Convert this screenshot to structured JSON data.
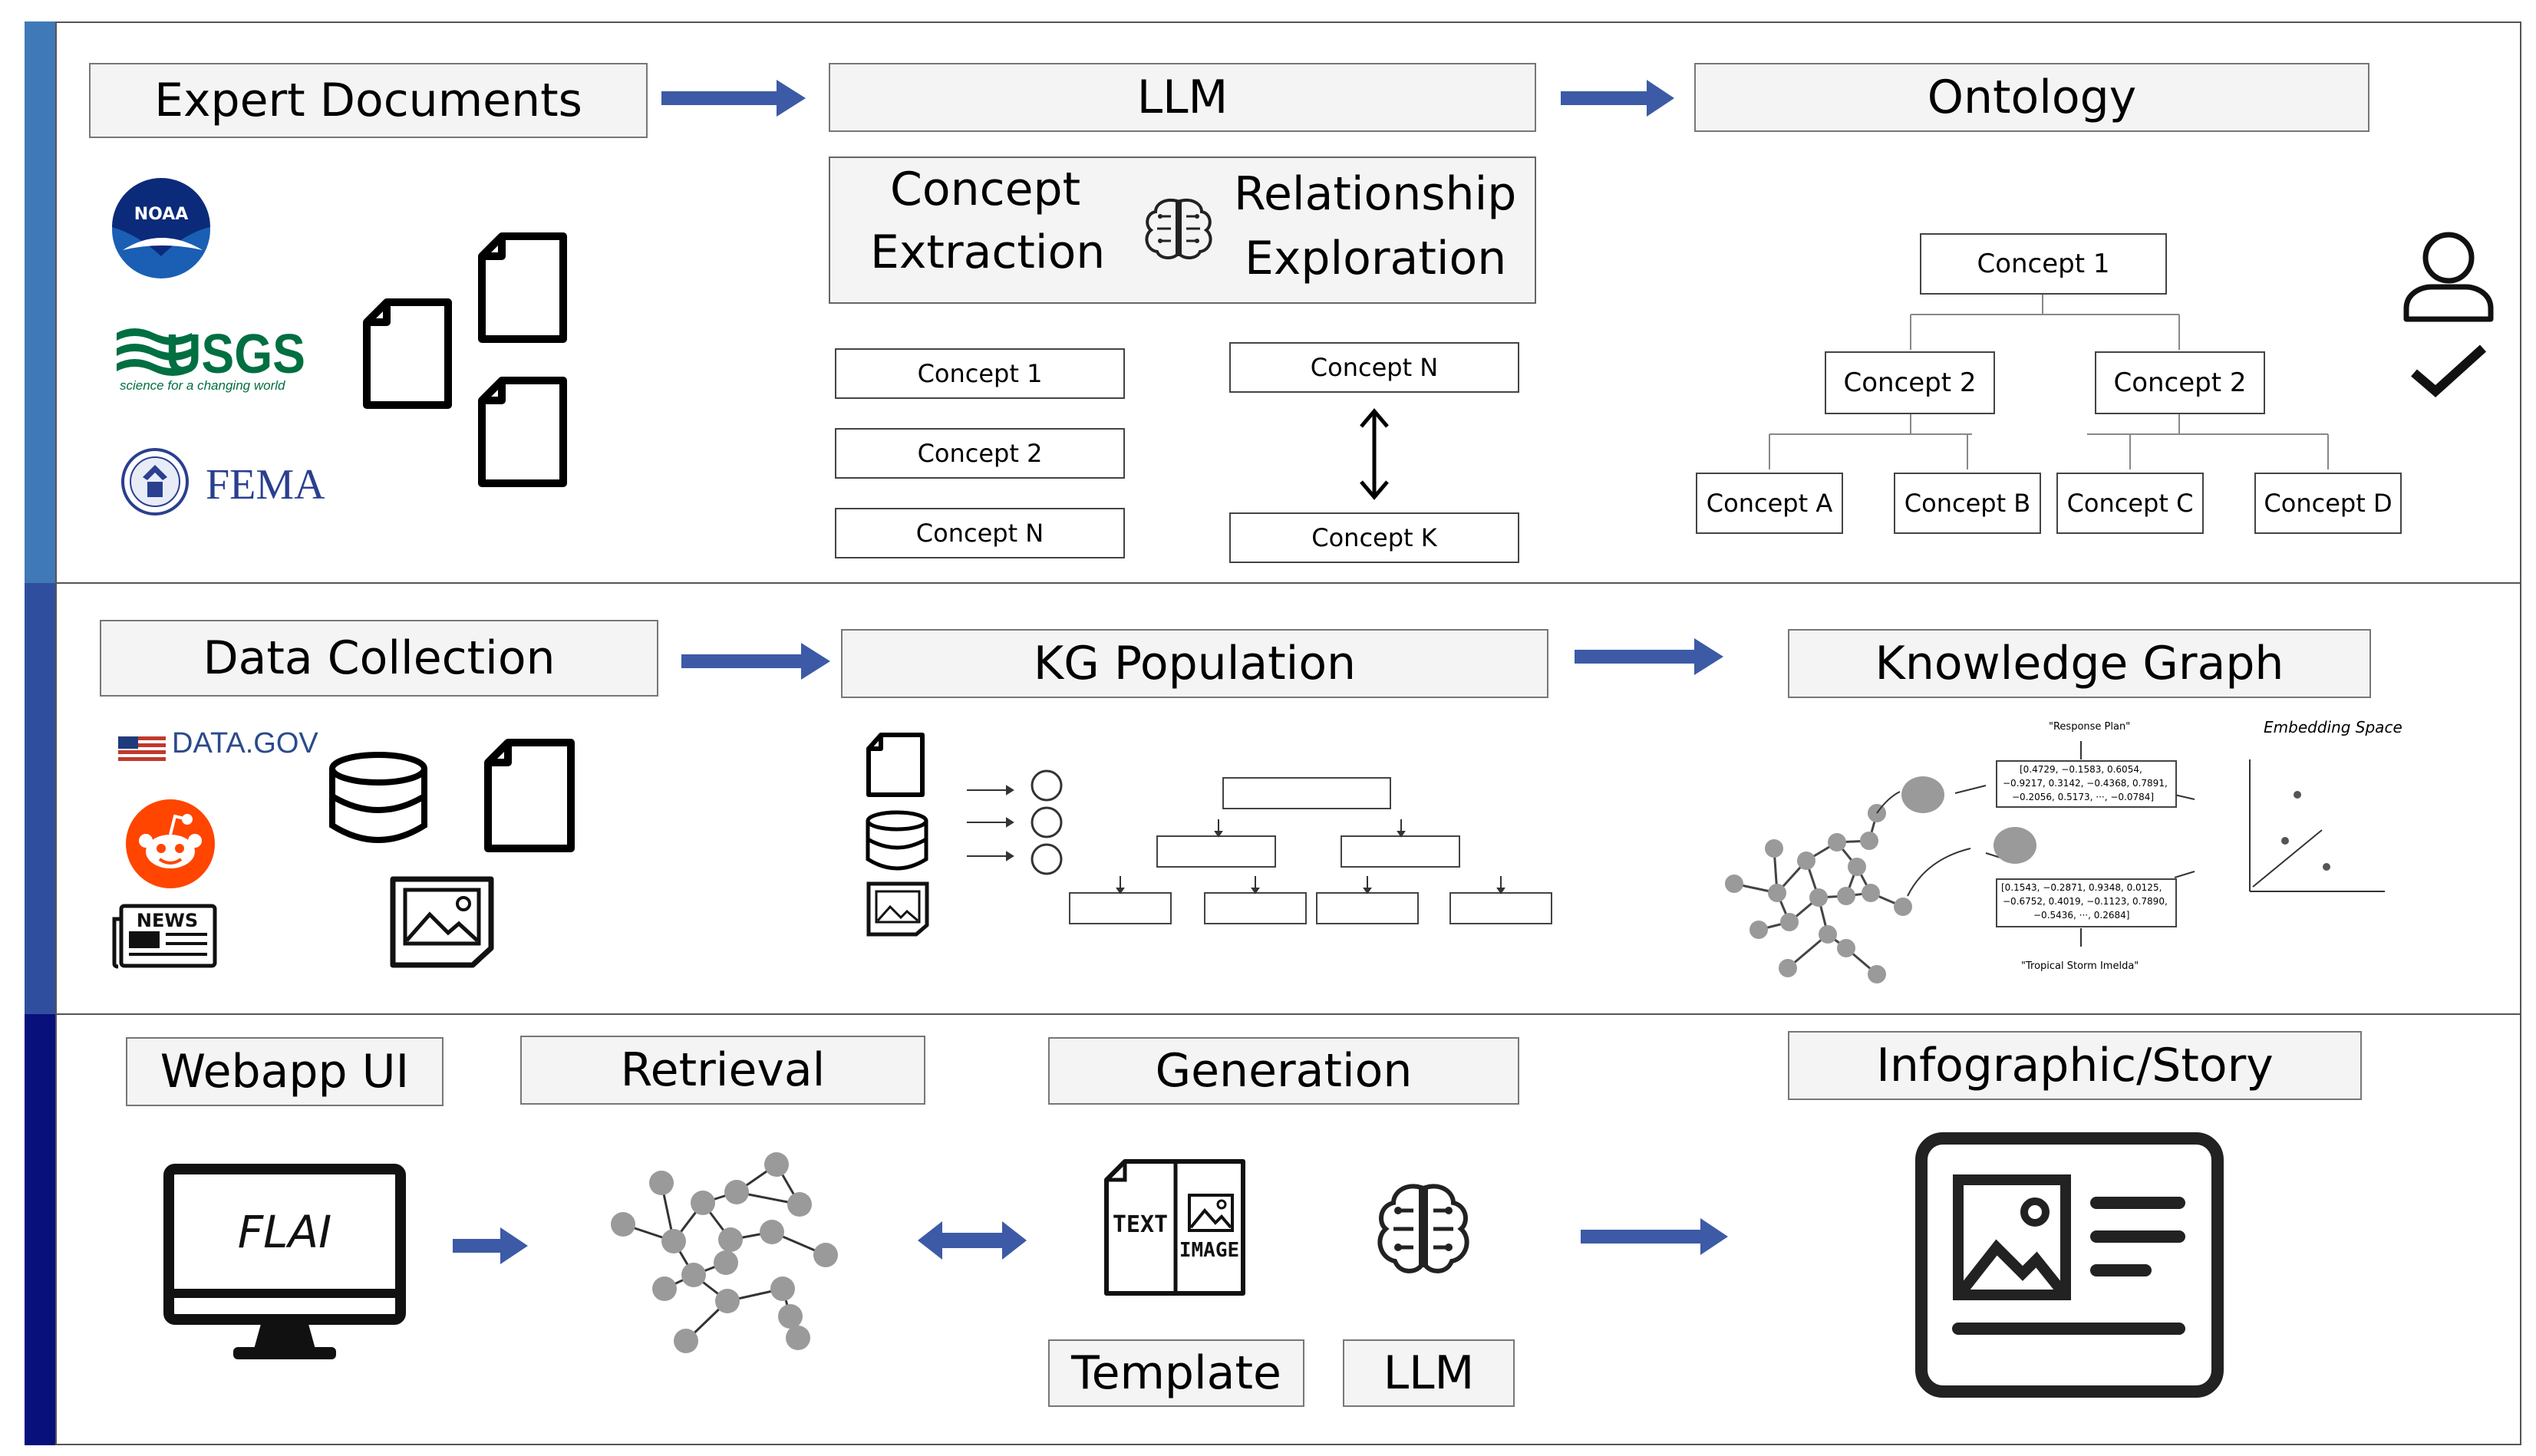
{
  "colors": {
    "row1_bar": "#3f79b8",
    "row2_bar": "#2f4f9e",
    "row3_bar": "#08107c",
    "arrow": "#3c5aa6",
    "node": "#9a9a9a"
  },
  "row1": {
    "expert_documents": "Expert Documents",
    "llm": "LLM",
    "ontology": "Ontology",
    "concept_extraction": [
      "Concept",
      "Extraction"
    ],
    "relationship_exploration": [
      "Relationship",
      "Exploration"
    ],
    "extracted": [
      "Concept 1",
      "Concept 2",
      "Concept N"
    ],
    "relation_pair": [
      "Concept N",
      "Concept K"
    ],
    "tree": {
      "root": "Concept 1",
      "mid": [
        "Concept 2",
        "Concept 2"
      ],
      "leaves": [
        "Concept A",
        "Concept B",
        "Concept C",
        "Concept D"
      ]
    },
    "logos": {
      "noaa": "NOAA",
      "usgs": "USGS",
      "usgs_tag": "science for a changing world",
      "fema": "FEMA"
    }
  },
  "row2": {
    "data_collection": "Data Collection",
    "kg_population": "KG Population",
    "knowledge_graph": "Knowledge Graph",
    "data_gov": "DATA.GOV",
    "news": "NEWS",
    "embedding_space": "Embedding Space",
    "response_plan": "\"Response Plan\"",
    "tropical_storm": "\"Tropical Storm Imelda\"",
    "vec1": [
      "[0.4729, −0.1583, 0.6054,",
      "−0.9217, 0.3142, −0.4368, 0.7891,",
      "−0.2056, 0.5173, ···, −0.0784]"
    ],
    "vec2": [
      "[0.1543, −0.2871, 0.9348, 0.0125,",
      "−0.6752, 0.4019, −0.1123, 0.7890,",
      "−0.5436, ···, 0.2684]"
    ]
  },
  "row3": {
    "webapp_ui": "Webapp UI",
    "retrieval": "Retrieval",
    "generation": "Generation",
    "infographic": "Infographic/Story",
    "flai": "FLAI",
    "template": "Template",
    "llm": "LLM",
    "text_tag": "TEXT",
    "image_tag": "IMAGE"
  }
}
